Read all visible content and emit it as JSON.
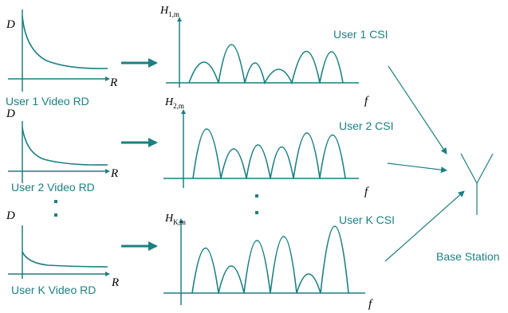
{
  "colors": {
    "accent": "#1c7f82",
    "math_text": "#000000",
    "background": "#ffffff"
  },
  "users": [
    {
      "rd": {
        "y_label": "D",
        "x_label": "R",
        "caption": "User 1 Video RD"
      },
      "channel": {
        "y_label_base": "H",
        "y_label_sub": "1,m",
        "x_label": "f",
        "csi_label": "User 1 CSI"
      }
    },
    {
      "rd": {
        "y_label": "D",
        "x_label": "R",
        "caption": "User 2 Video RD"
      },
      "channel": {
        "y_label_base": "H",
        "y_label_sub": "2,m",
        "x_label": "f",
        "csi_label": "User 2 CSI"
      }
    },
    {
      "rd": {
        "y_label": "D",
        "x_label": "R",
        "caption": "User K Video RD"
      },
      "channel": {
        "y_label_base": "H",
        "y_label_sub": "K,m",
        "x_label": "f",
        "csi_label": "User K CSI"
      }
    }
  ],
  "ellipsis_icon": "vertical-dots",
  "base_station": {
    "label": "Base Station",
    "icon": "antenna-icon"
  }
}
